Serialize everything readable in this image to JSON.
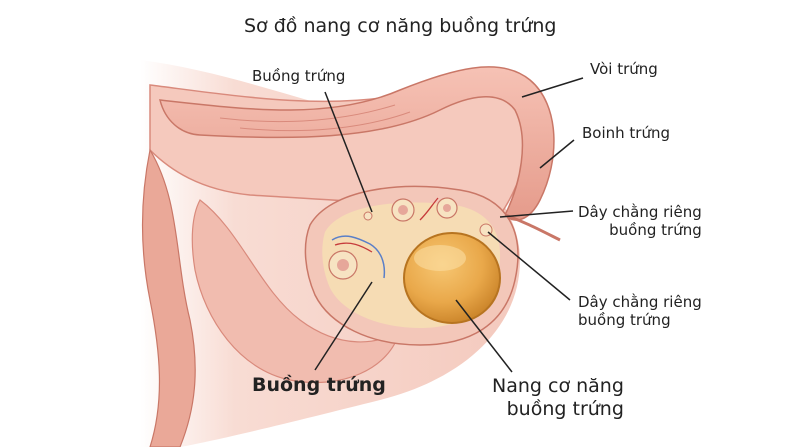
{
  "title": "Sơ đồ nang cơ năng buồng trứng",
  "labels": {
    "ovary_top": "Buồng trứng",
    "fallopian_tube": "Vòi trứng",
    "fimbriae": "Boinh trứng",
    "ovarian_ligament_1": "Dây chằng riêng\nbuồng trứng",
    "ovarian_ligament_2": "Dây chằng riêng\nbuồng trứng",
    "ovary_bottom": "Buồng trứng",
    "cyst": "Nang cơ năng\nbuồng trứng"
  },
  "colors": {
    "tissue": "#f0b3a6",
    "tissue_dark": "#d98a7c",
    "tissue_light": "#f8d3c9",
    "ovary_fill": "#f6dcb4",
    "cyst_fill": "#e9a84a",
    "cyst_rim": "#b77420",
    "line": "#222222"
  }
}
